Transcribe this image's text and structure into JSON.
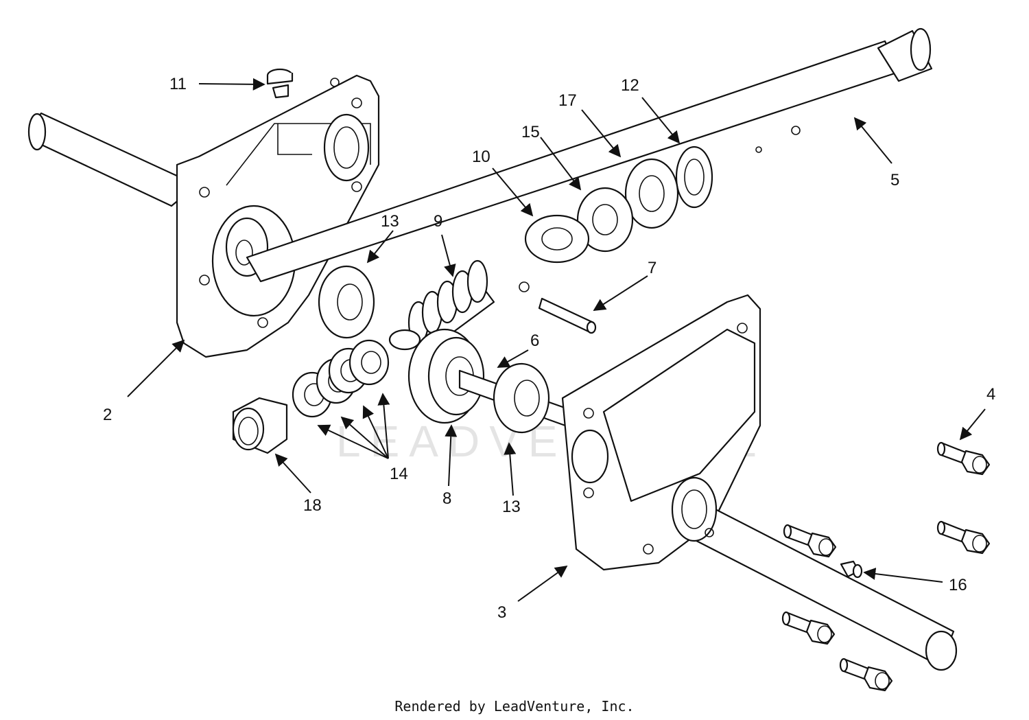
{
  "footer": {
    "text": "Rendered by LeadVenture, Inc."
  },
  "watermark": {
    "text": "LEADVENTURE"
  },
  "callouts": {
    "c2": "2",
    "c3": "3",
    "c4": "4",
    "c5": "5",
    "c6": "6",
    "c7": "7",
    "c8": "8",
    "c9": "9",
    "c10": "10",
    "c11": "11",
    "c12": "12",
    "c13a": "13",
    "c13b": "13",
    "c14": "14",
    "c15": "15",
    "c16": "16",
    "c17": "17",
    "c18": "18"
  }
}
